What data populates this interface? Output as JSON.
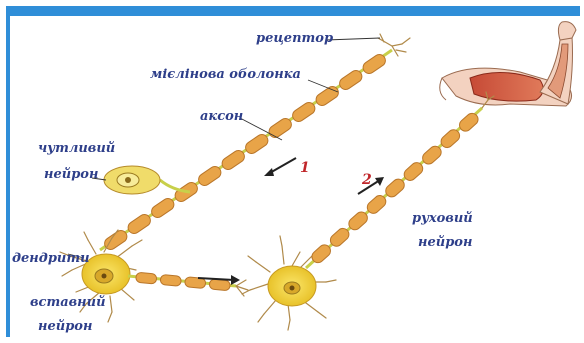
{
  "diagram": {
    "labels": {
      "receptor": "рецептор",
      "myelin": "мієлінова оболонка",
      "axon": "аксон",
      "sensory_1": "чутливий",
      "sensory_2": "нейрон",
      "dendrites": "дендрити",
      "inter_1": "вставний",
      "inter_2": "нейрон",
      "motor_1": "руховий",
      "motor_2": "нейрон",
      "num_1": "1",
      "num_2": "2"
    },
    "colors": {
      "frame": "#2f8ed8",
      "myelin": "#e8a448",
      "soma": "#f2d23c",
      "label": "#2e3f8a",
      "number": "#c0262a"
    }
  }
}
